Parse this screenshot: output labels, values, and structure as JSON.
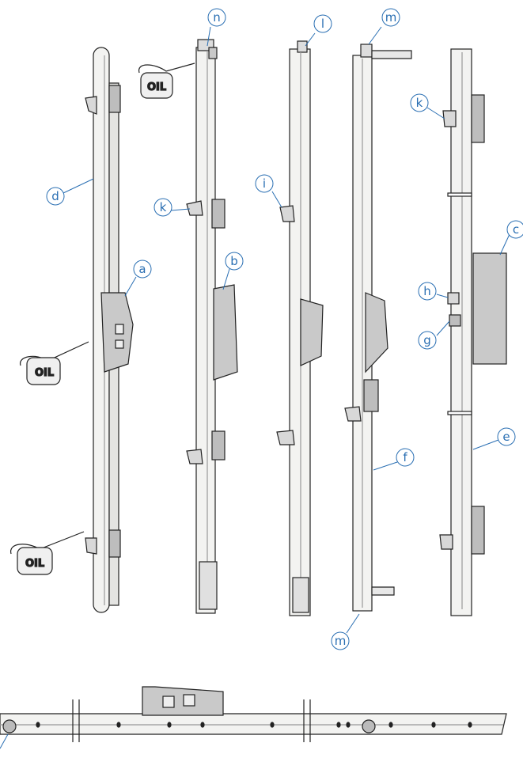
{
  "callouts": {
    "a": "a",
    "b": "b",
    "c": "c",
    "d": "d",
    "e": "e",
    "f": "f",
    "g": "g",
    "h": "h",
    "i": "i",
    "k": "k",
    "l": "l",
    "m": "m",
    "n": "n"
  },
  "oil_label": "OIL",
  "colors": {
    "callout": "#2a6fb3",
    "line": "#222222",
    "metal": "#f3f3f1",
    "gearbox": "#cfcfcf"
  }
}
